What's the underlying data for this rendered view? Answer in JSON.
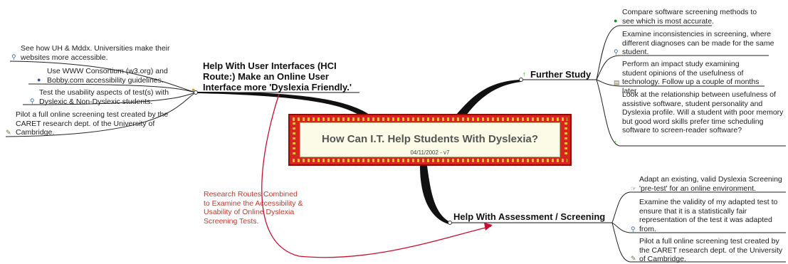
{
  "central": {
    "title": "How Can I.T. Help Students With Dyslexia?",
    "date": "04/11/2002 - v7"
  },
  "branches": {
    "hci": "Help With User Interfaces (HCI Route:)  Make an Online User Interface more 'Dyslexia Friendly.'",
    "further": "Further Study",
    "assessment": "Help With Assessment / Screening"
  },
  "hci_items": [
    "See how UH & Mddx. Universities make their websites more accessible.",
    "Use WWW Consortium (w3.org) and Bobby.com accessibility guidelines.",
    "Test the usability aspects of test(s) with Dyslexic & Non-Dyslexic students.",
    "Pilot a full online screening test created by the CARET research dept. of the University of Cambridge."
  ],
  "further_items": [
    "Compare software screening methods to see which is most accurate.",
    "Examine inconsistencies in screening, where different diagnoses can be made for the same student.",
    "Perform an impact study examining student opinions of the usefulness of technology. Follow up a couple of months later.",
    "Look at the relationship between usefulness of assistive software, student personality and Dyslexia profile.  Will a student with poor memory but good word skills prefer time scheduling software to screen-reader software?"
  ],
  "assessment_items": [
    "Adapt an existing, valid Dyslexia Screening 'pre-test' for an online environment.",
    "Examine the validity of my adapted test to ensure that it is a statistically fair representation of the test it was adapted from.",
    "Pilot a full online screening test created by the CARET research dept. of the University of Cambridge."
  ],
  "note": "Research Routes Combined to Examine the Accessibility & Usability of Online Dyslexia Screening Tests."
}
